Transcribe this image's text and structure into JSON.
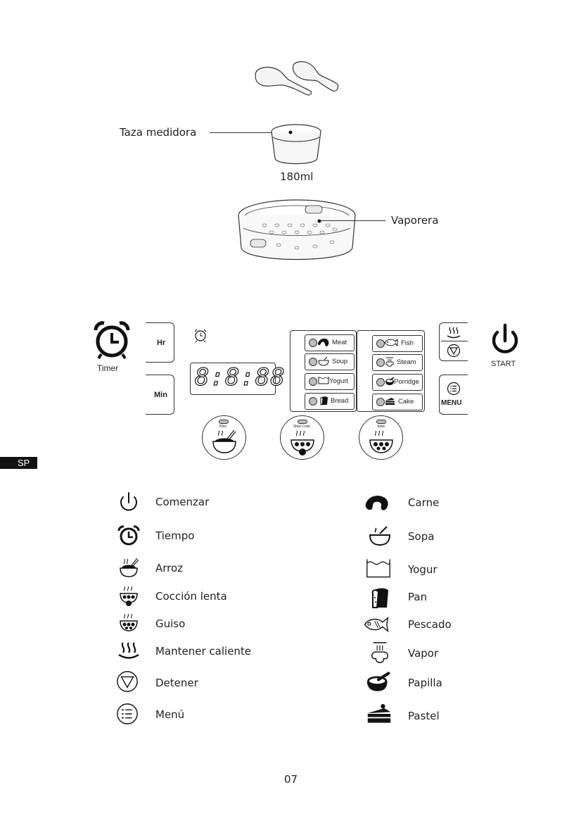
{
  "accessories": {
    "measuring_cup_label": "Taza medidora",
    "cup_volume": "180ml",
    "steamer_label": "Vaporera"
  },
  "panel": {
    "timer_label": "Timer",
    "hr_label": "Hr",
    "min_label": "Min",
    "display": "8:8:88",
    "programs_left": [
      "Meat",
      "Soup",
      "Yogurt",
      "Bread"
    ],
    "programs_right": [
      "Fish",
      "Steam",
      "Porridge",
      "Cake"
    ],
    "menu_label": "MENU",
    "start_label": "START",
    "dials": [
      "Rice",
      "Slow Cook",
      "Stew"
    ]
  },
  "language_tab": "SP",
  "legend_left": [
    {
      "icon": "power-icon",
      "text": "Comenzar"
    },
    {
      "icon": "alarm-clock-icon",
      "text": "Tiempo"
    },
    {
      "icon": "rice-bowl-icon",
      "text": "Arroz"
    },
    {
      "icon": "slow-cook-icon",
      "text": "Cocción lenta"
    },
    {
      "icon": "stew-icon",
      "text": "Guiso"
    },
    {
      "icon": "keep-warm-icon",
      "text": "Mantener caliente"
    },
    {
      "icon": "stop-icon",
      "text": "Detener"
    },
    {
      "icon": "menu-icon",
      "text": "Menú"
    }
  ],
  "legend_right": [
    {
      "icon": "meat-icon",
      "text": "Carne"
    },
    {
      "icon": "soup-icon",
      "text": "Sopa"
    },
    {
      "icon": "yogurt-icon",
      "text": "Yogur"
    },
    {
      "icon": "bread-icon",
      "text": "Pan"
    },
    {
      "icon": "fish-icon",
      "text": "Pescado"
    },
    {
      "icon": "steam-icon",
      "text": "Vapor"
    },
    {
      "icon": "porridge-icon",
      "text": "Papilla"
    },
    {
      "icon": "cake-icon",
      "text": "Pastel"
    }
  ],
  "page_number": "07"
}
